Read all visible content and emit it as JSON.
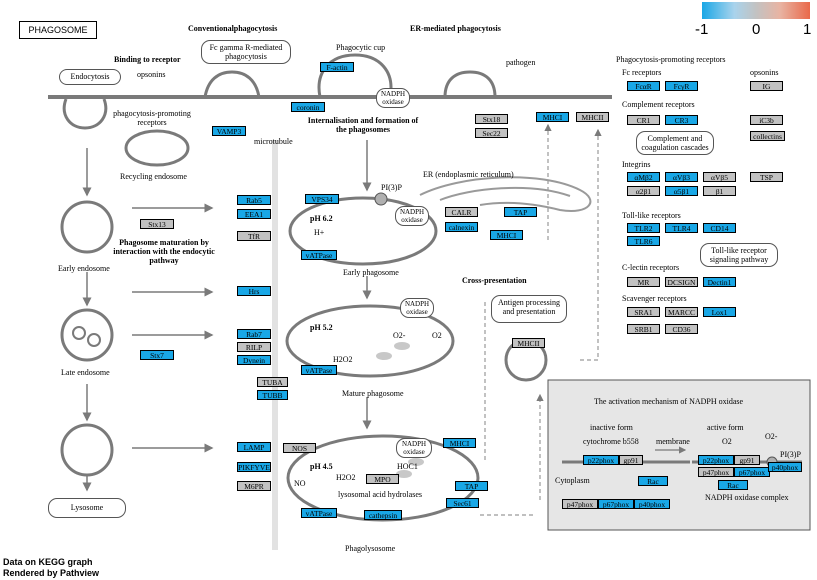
{
  "pathway_title": "PHAGOSOME",
  "legend": {
    "min": "-1",
    "mid": "0",
    "max": "1",
    "colors": [
      "#19a7e6",
      "#c2c2c2",
      "#e9694a"
    ]
  },
  "headers": {
    "conventional": "Conventionalphagocytosis",
    "er_mediated": "ER-mediated phagocytosis",
    "binding_receptor": "Binding to receptor",
    "internalisation": "Internalisation and formation of the phagosomes",
    "maturation": "Phagosome maturation by interaction with the endocytic pathway",
    "cross_presentation": "Cross-presentation"
  },
  "labels": {
    "endocytosis": "Endocytosis",
    "opsonins": "opsonins",
    "phago_receptors": "phagocytosis-promoting receptors",
    "fc_gamma": "Fc gamma R-mediated phagocytosis",
    "phagocytic_cup": "Phagocytic cup",
    "nadph_oxidase": "NADPH oxidase",
    "pathogen": "pathogen",
    "recycling_endosome": "Recycling endosome",
    "microtubule": "microtubule",
    "er": "ER (endoplasmic reticulum)",
    "early_endosome": "Early endosome",
    "late_endosome": "Late endosome",
    "lysosome": "Lysosome",
    "pi3p": "PI(3)P",
    "ph62": "pH 6.2",
    "hplus": "H+",
    "early_phagosome": "Early phagosome",
    "ph52": "pH 5.2",
    "o2minus": "O2-",
    "o2": "O2",
    "h2o2": "H2O2",
    "mature_phagosome": "Mature phagosome",
    "antigen_processing": "Antigen processing and presentation",
    "ph45": "pH 4.5",
    "no": "NO",
    "hocl": "HOC1",
    "lysosomal_hydrolases": "lysosomal acid hydrolases",
    "phagolysosome": "Phagolysosome"
  },
  "right_panel": {
    "title": "Phagocytosis-promoting receptors",
    "fc_receptors": "Fc receptors",
    "opsonins": "opsonins",
    "complement_receptors": "Complement receptors",
    "complement_cascades": "Complement and coagulation cascades",
    "integrins": "Integrins",
    "toll_like_receptors": "Toll-like receptors",
    "toll_like_pathway": "Toll-like receptor signaling pathway",
    "c_lectin_receptors": "C-lectin receptors",
    "scavenger_receptors": "Scavenger receptors"
  },
  "nadph_box": {
    "title": "The activation mechanism of NADPH oxidase",
    "inactive_form": "inactive form",
    "cytochrome": "cytochrome b558",
    "membrane": "membrane",
    "active_form": "active form",
    "o2": "O2",
    "o2minus": "O2-",
    "pi3p": "PI(3)P",
    "cytoplasm": "Cytoplasm",
    "complex": "NADPH oxidase complex"
  },
  "genes": {
    "fcr": "FcαR",
    "fcgr": "FcγR",
    "ig": "IG",
    "cr1": "CR1",
    "cr3": "CR3",
    "ic3b": "iC3b",
    "collectins": "collectins",
    "amb2": "αMβ2",
    "avb3": "αVβ3",
    "avb5": "αVβ5",
    "a2b1": "α2β1",
    "a5b1": "α5β1",
    "b1": "β1",
    "tsp": "TSP",
    "tlr2": "TLR2",
    "tlr4": "TLR4",
    "cd14": "CD14",
    "tlr6": "TLR6",
    "mr": "MR",
    "dcsign": "DCSIGN",
    "dectin1": "Dectin1",
    "sra1": "SRA1",
    "marcc": "MARCC",
    "lox1": "Lox1",
    "srb1": "SRB1",
    "cd36": "CD36",
    "factin": "F-actin",
    "coronin": "coronin",
    "vamp3": "VAMP3",
    "stx18": "Stx18",
    "sec22": "Sec22",
    "mhci_top": "MHCI",
    "mhcii_top": "MHCII",
    "rab5": "Rab5",
    "eea1": "EEA1",
    "tfr": "TfR",
    "stx13": "Stx13",
    "vps34": "VPS34",
    "vatpase1": "vATPase",
    "calr": "CALR",
    "calnexin": "calnexin",
    "tap1": "TAP",
    "mhci_er": "MHCI",
    "hrs": "Hrs",
    "rab7": "Rab7",
    "rilp": "RILP",
    "dynein": "Dynein",
    "stx7": "Stx7",
    "vatpase2": "vATPase",
    "tuba": "TUBA",
    "tubb": "TUBB",
    "mhcii_cross": "MHCII",
    "lamp": "LAMP",
    "pikfyve": "PIKFYVE",
    "m6pr": "M6PR",
    "nos": "NOS",
    "mhci_low": "MHCI",
    "mpo": "MPO",
    "tap2": "TAP",
    "sec61": "Sec61",
    "vatpase3": "vATPase",
    "cathepsin": "cathepsin",
    "p22phox_i": "p22phox",
    "gp91_i": "gp91",
    "rac_i": "Rac",
    "p47phox_i": "p47phox",
    "p67phox_i": "p67phox",
    "p40phox_i": "p40phox",
    "p22phox_a": "p22phox",
    "gp91_a": "gp91",
    "p47phox_a": "p47phox",
    "p67phox_a": "p67phox",
    "p40phox_a": "p40phox",
    "rac_a": "Rac"
  },
  "footer": {
    "line1": "Data on KEGG graph",
    "line2": "Rendered by Pathview"
  }
}
